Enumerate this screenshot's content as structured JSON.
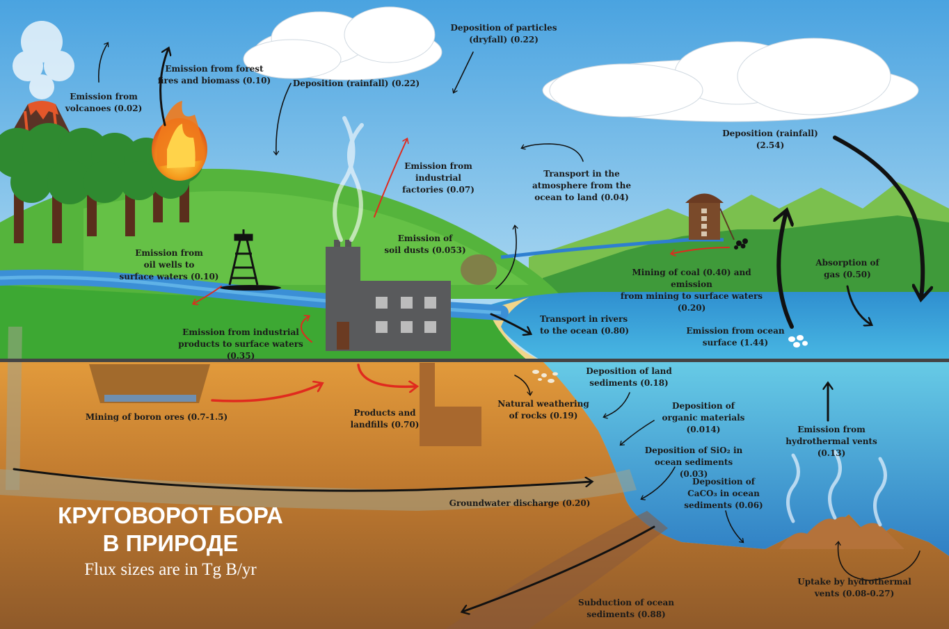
{
  "title": {
    "line1": "КРУГОВОРОТ БОРА",
    "line2": "В ПРИРОДЕ",
    "subtitle": "Flux sizes are in Tg B/yr"
  },
  "fluxes": {
    "volcanoes": "Emission from\nvolcanoes (0.02)",
    "forest_fires": "Emission from forest\nfires and biomass (0.10)",
    "rainfall_land": "Deposition (rainfall) (0.22)",
    "dryfall": "Deposition of particles\n(dryfall) (0.22)",
    "industrial_factories": "Emission from\nindustrial\nfactories (0.07)",
    "transport_atmosphere": "Transport in the\natmosphere from the\nocean to land (0.04)",
    "rainfall_ocean": "Deposition (rainfall) (2.54)",
    "oil_wells": "Emission from\noil wells to\nsurface waters (0.10)",
    "soil_dusts": "Emission of\nsoil dusts (0.053)",
    "coal_mining": "Mining of coal (0.40) and emission\nfrom mining to surface waters (0.20)",
    "gas_absorption": "Absorption of\ngas (0.50)",
    "industrial_products": "Emission from industrial\nproducts to surface waters (0.35)",
    "rivers": "Transport in rivers\nto the ocean (0.80)",
    "ocean_surface": "Emission from ocean\nsurface (1.44)",
    "land_sediments": "Deposition of land\nsediments (0.18)",
    "boron_mining": "Mining of boron ores (0.7-1.5)",
    "landfills": "Products and\nlandfills (0.70)",
    "weathering": "Natural weathering\nof rocks (0.19)",
    "organic": "Deposition of\norganic materials (0.014)",
    "hydrothermal_emission": "Emission from\nhydrothermal vents (0.13)",
    "sio2": "Deposition of SiO₂ in\nocean sediments (0.03)",
    "caco3": "Deposition of\nCaCO₃ in ocean\nsediments (0.06)",
    "groundwater": "Groundwater discharge (0.20)",
    "hydrothermal_uptake": "Uptake by hydrothermal\nvents (0.08-0.27)",
    "subduction": "Subduction of ocean\nsediments (0.88)"
  },
  "colors": {
    "sky": "#7ec3ea",
    "hill": "#4fae3a",
    "ocean": "#3fa6d6",
    "soil": "#c98432",
    "arrow_dark": "#111111",
    "arrow_red": "#e02a1e"
  }
}
